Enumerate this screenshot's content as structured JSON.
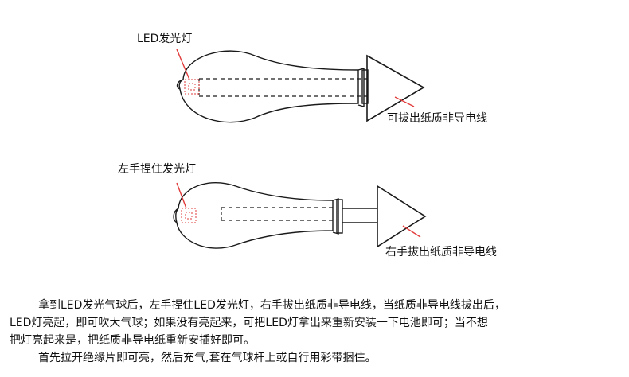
{
  "diagram": {
    "top": {
      "led_label": "LED发光灯",
      "strip_label": "可拔出纸质非导电线"
    },
    "bottom": {
      "hand_label": "左手捏住发光灯",
      "strip_label": "右手拔出纸质非导电线"
    }
  },
  "instructions": {
    "line1": "拿到LED发光气球后，左手捏住LED发光灯，右手拔出纸质非导电线，当纸质非导电线拔出后，",
    "line2": "LED灯亮起，即可吹大气球；如果没有亮起来，可把LED灯拿出来重新安装一下电池即可；当不想",
    "line3": "把灯亮起来是，把纸质非导电纸重新安插好即可。",
    "line4": "首先拉开绝缘片即可亮，然后充气,套在气球杆上或自行用彩带捆住。"
  },
  "colors": {
    "outline": "#1a1a1a",
    "highlight": "#e23b3b"
  }
}
